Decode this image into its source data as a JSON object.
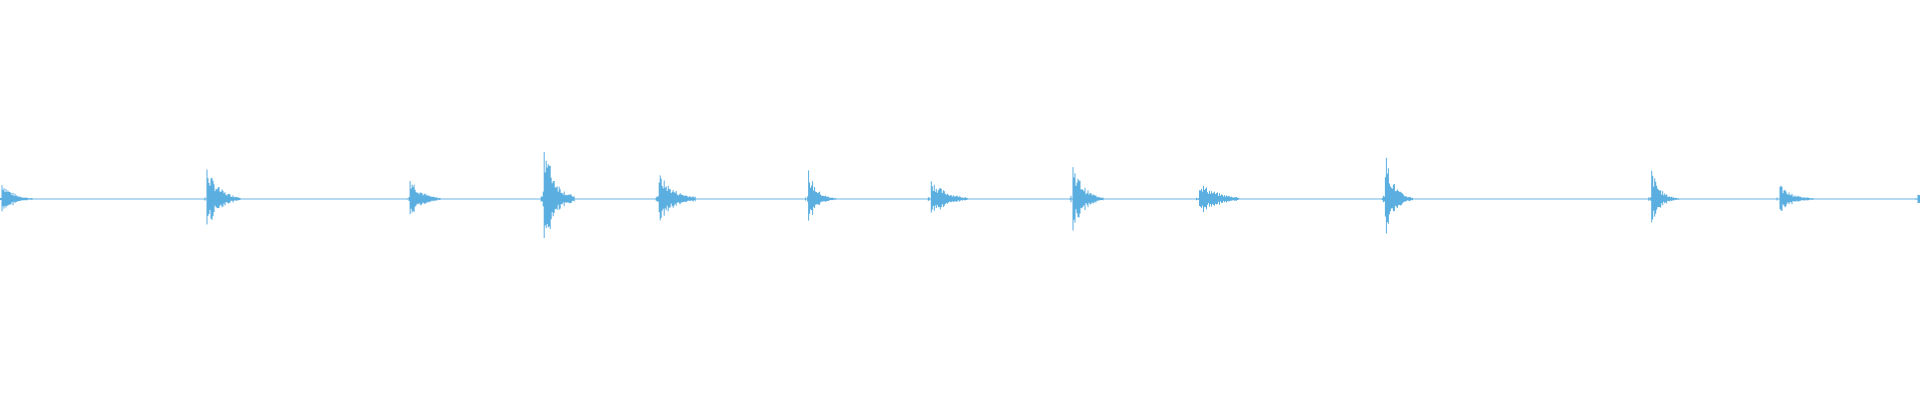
{
  "waveform": {
    "color": "#5aaee0",
    "baseline_color": "#6bb6e6",
    "background": "#ffffff",
    "transients": [
      {
        "time": 0.0,
        "amplitude": 0.16,
        "decay": 0.3
      },
      {
        "time": 0.107,
        "amplitude": 0.27,
        "decay": 0.35
      },
      {
        "time": 0.213,
        "amplitude": 0.21,
        "decay": 0.3
      },
      {
        "time": 0.283,
        "amplitude": 0.53,
        "decay": 0.3
      },
      {
        "time": 0.343,
        "amplitude": 0.22,
        "decay": 0.4
      },
      {
        "time": 0.421,
        "amplitude": 0.25,
        "decay": 0.25
      },
      {
        "time": 0.485,
        "amplitude": 0.17,
        "decay": 0.4
      },
      {
        "time": 0.559,
        "amplitude": 0.32,
        "decay": 0.3
      },
      {
        "time": 0.625,
        "amplitude": 0.15,
        "decay": 0.45
      },
      {
        "time": 0.722,
        "amplitude": 0.4,
        "decay": 0.25
      },
      {
        "time": 0.861,
        "amplitude": 0.26,
        "decay": 0.25
      },
      {
        "time": 0.928,
        "amplitude": 0.12,
        "decay": 0.35
      },
      {
        "time": 1.0,
        "amplitude": 0.05,
        "decay": 0.2
      }
    ]
  }
}
